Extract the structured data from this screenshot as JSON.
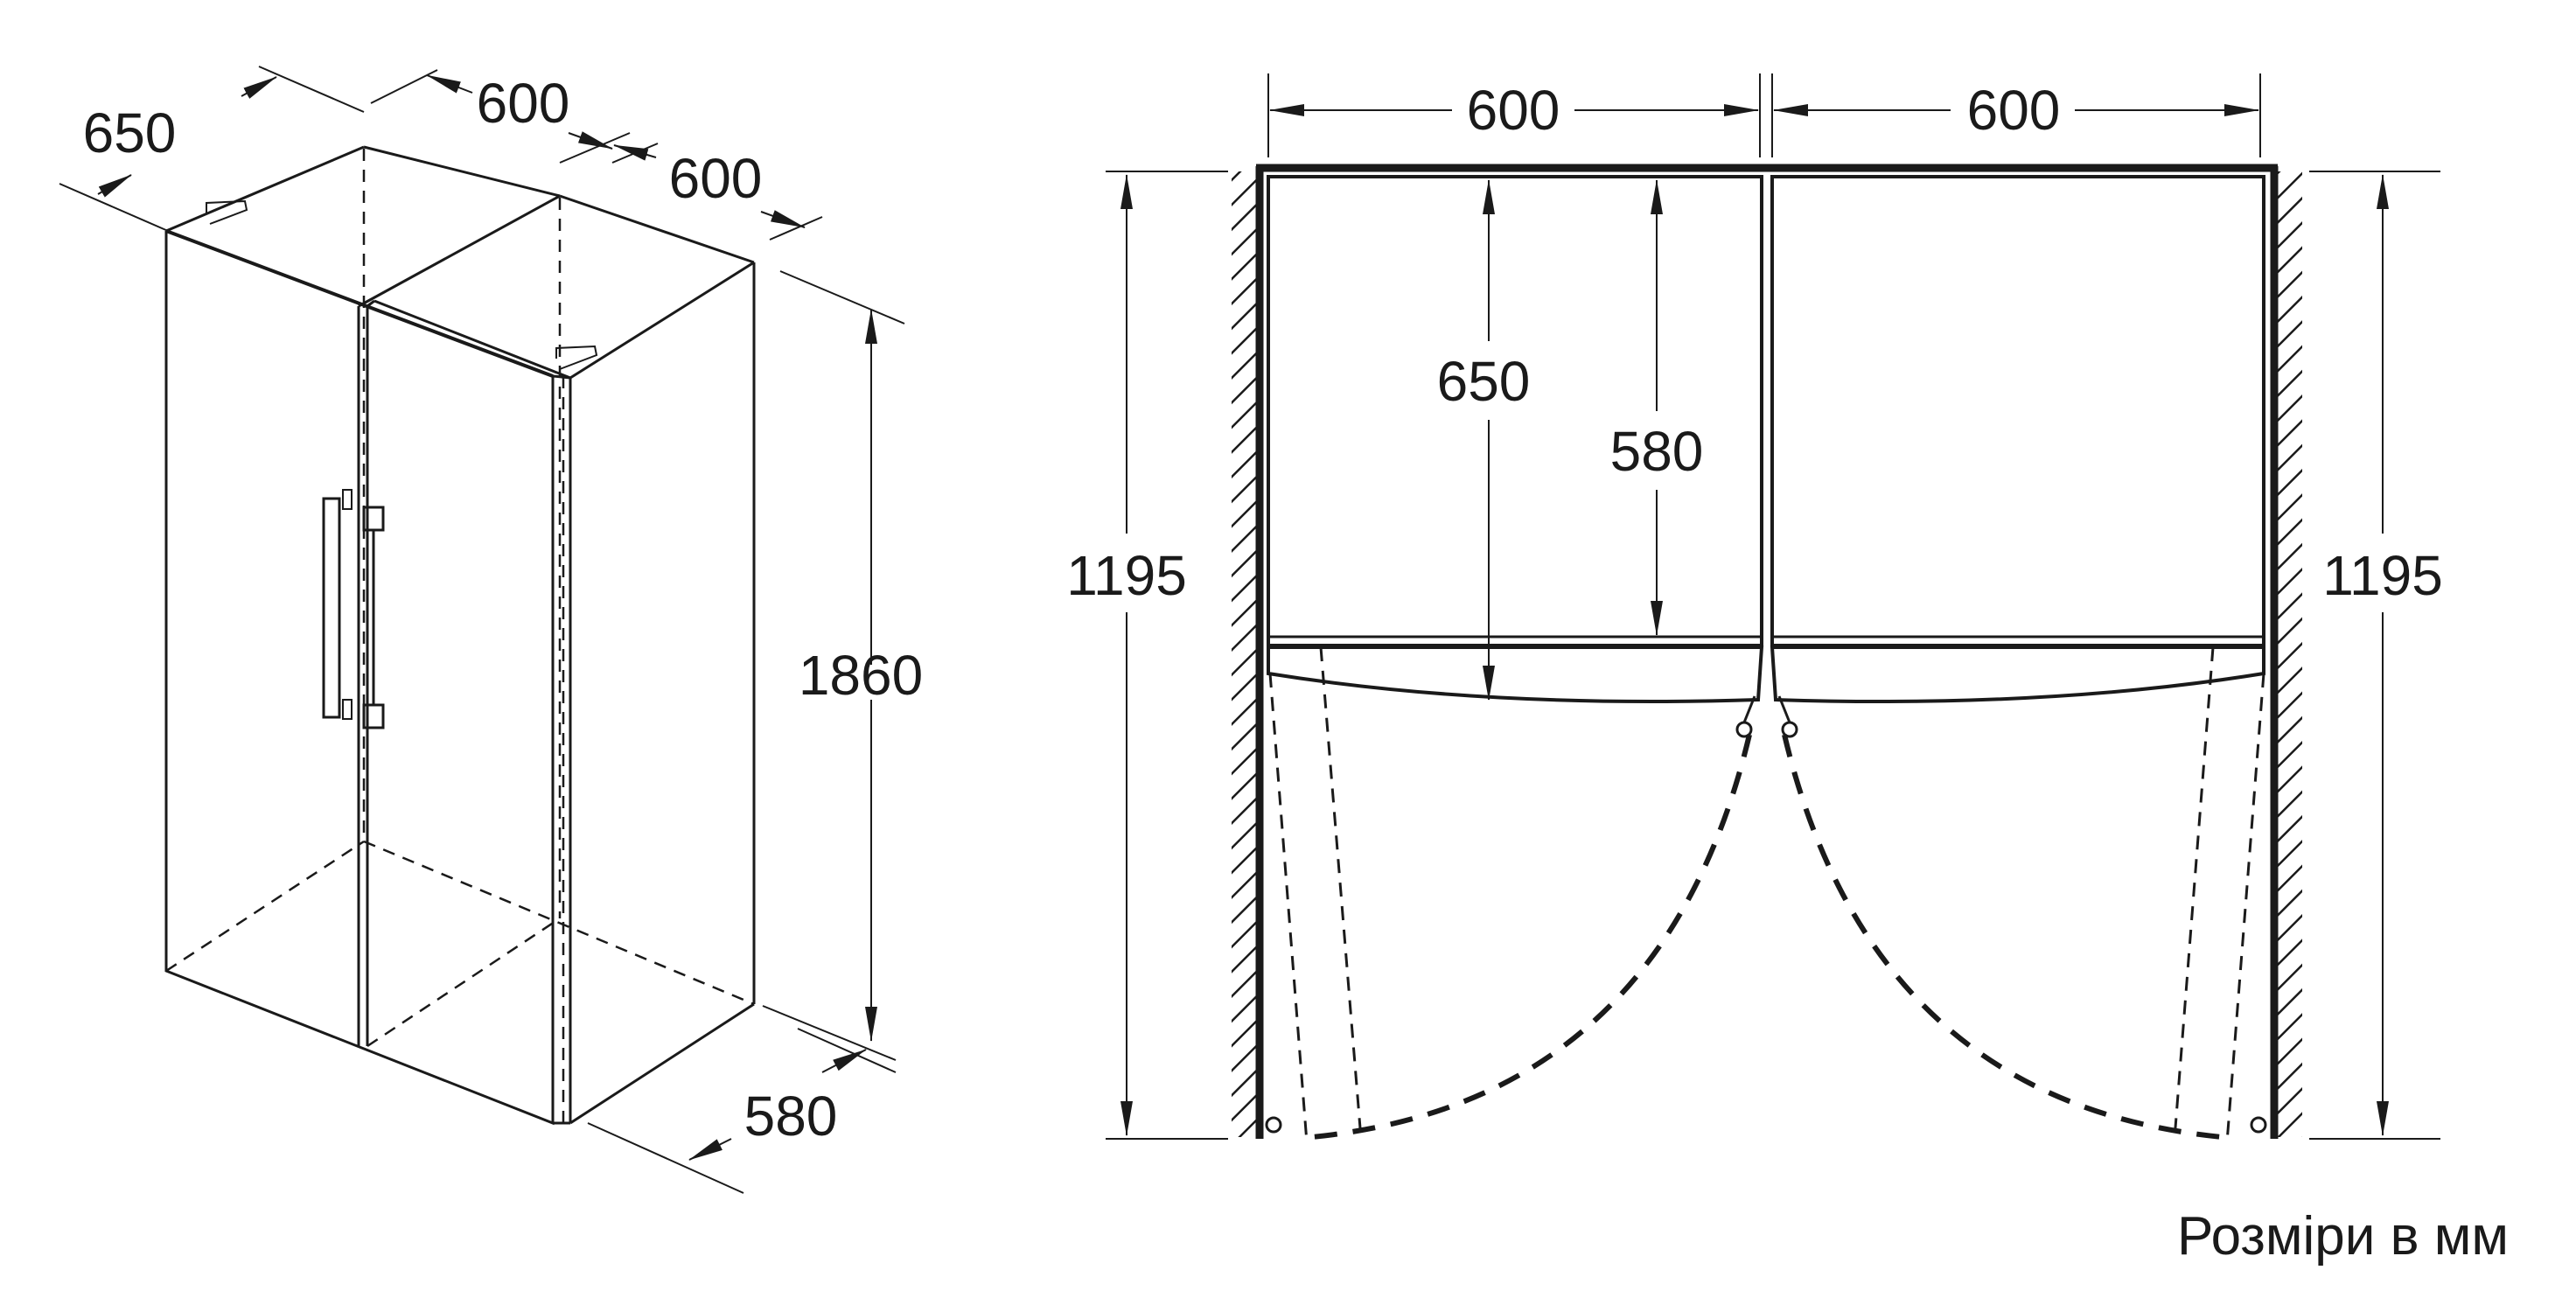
{
  "iso_view": {
    "depth_top": "650",
    "width_left_top": "600",
    "width_right_top": "600",
    "height": "1860",
    "depth_bottom": "580"
  },
  "plan_view": {
    "width_left": "600",
    "width_right": "600",
    "depth_outer": "650",
    "depth_inner": "580",
    "clearance_left": "1195",
    "clearance_right": "1195"
  },
  "footer": {
    "units_note": "Розміри в мм"
  }
}
